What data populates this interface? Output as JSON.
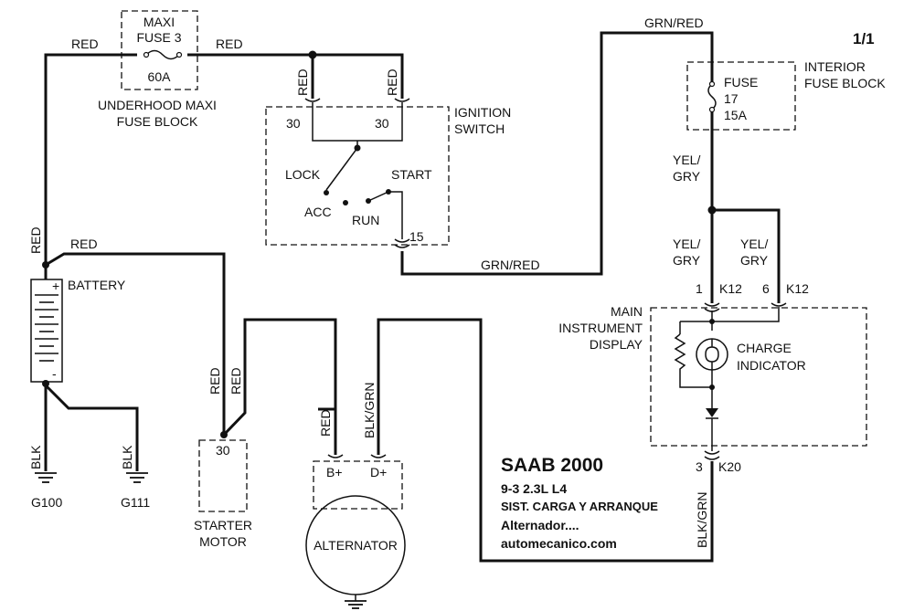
{
  "page_number": "1/1",
  "wire_colors": {
    "red": "RED",
    "grn_red": "GRN/RED",
    "yel_gry": "YEL/GRY",
    "yel_gry_split_a": "YEL/",
    "yel_gry_split_b": "GRY",
    "blk": "BLK",
    "blk_grn": "BLK/GRN"
  },
  "maxi_fuse": {
    "name_line1": "MAXI",
    "name_line2": "FUSE 3",
    "rating": "60A",
    "block_line1": "UNDERHOOD MAXI",
    "block_line2": "FUSE BLOCK"
  },
  "interior_fuse": {
    "name": "FUSE",
    "number": "17",
    "rating": "15A",
    "block_line1": "INTERIOR",
    "block_line2": "FUSE BLOCK"
  },
  "ignition_switch": {
    "label_line1": "IGNITION",
    "label_line2": "SWITCH",
    "terminal_a": "30",
    "terminal_b": "30",
    "terminal_out": "15",
    "pos_lock": "LOCK",
    "pos_acc": "ACC",
    "pos_run": "RUN",
    "pos_start": "START"
  },
  "battery": {
    "label": "BATTERY",
    "plus": "+",
    "minus": "-"
  },
  "grounds": [
    {
      "id": "G100",
      "wire": "BLK"
    },
    {
      "id": "G111",
      "wire": "BLK"
    }
  ],
  "starter": {
    "terminal": "30",
    "label_line1": "STARTER",
    "label_line2": "MOTOR"
  },
  "alternator": {
    "label": "ALTERNATOR",
    "term_b": "B+",
    "term_d": "D+"
  },
  "instrument": {
    "label_line1": "MAIN",
    "label_line2": "INSTRUMENT",
    "label_line3": "DISPLAY",
    "pin1": "1",
    "pin6": "6",
    "pin3": "3",
    "connector_k12": "K12",
    "connector_k20": "K20",
    "indicator_line1": "CHARGE",
    "indicator_line2": "INDICATOR"
  },
  "caption": {
    "title": "SAAB 2000",
    "model": "9-3   2.3L  L4",
    "system": "SIST. CARGA Y ARRANQUE",
    "part": "Alternador....",
    "site": "automecanico.com"
  }
}
